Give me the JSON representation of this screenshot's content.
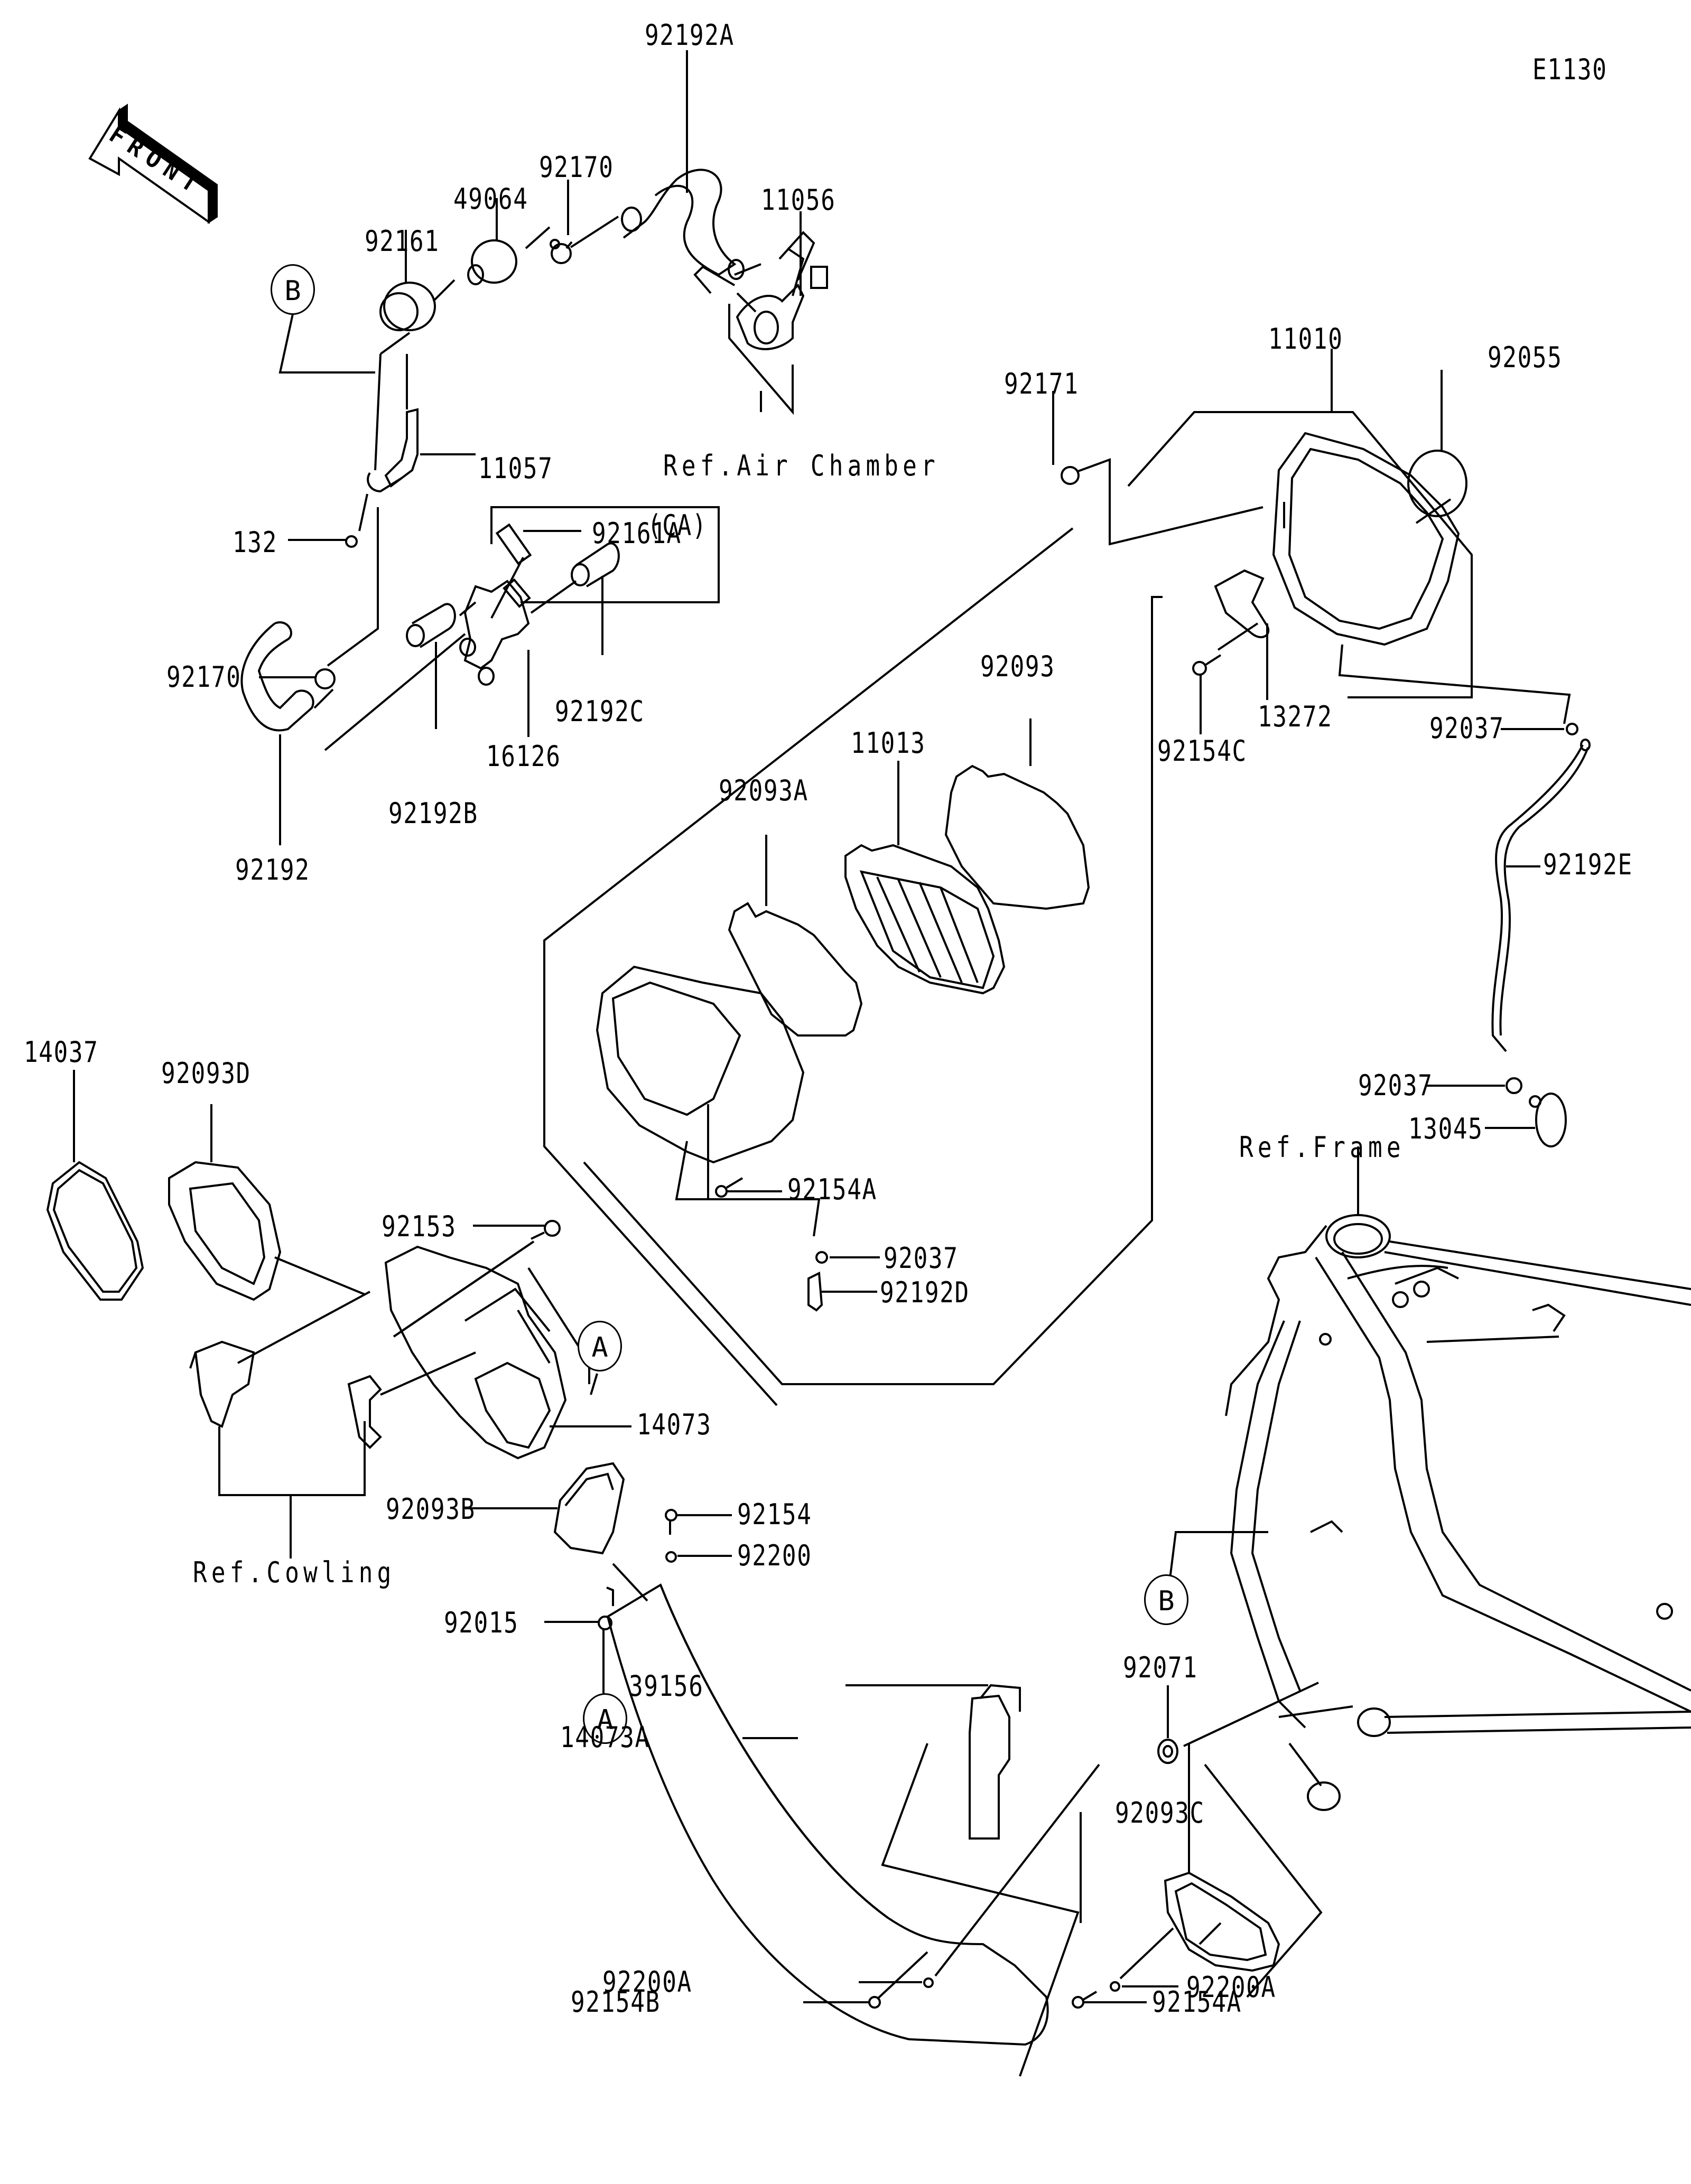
{
  "diagram": {
    "code": "E1130",
    "orientation_label": "FRONT",
    "ca_box_label": "(CA)",
    "references": {
      "air_chamber": "Ref.Air Chamber",
      "cowling": "Ref.Cowling",
      "frame": "Ref.Frame"
    },
    "connectors": {
      "a": "A",
      "b": "B"
    },
    "parts": {
      "p92192A": "92192A",
      "p92170_top": "92170",
      "p49064": "49064",
      "p92161": "92161",
      "p11056": "11056",
      "p11057": "11057",
      "p132": "132",
      "p92161A": "92161A",
      "p92170_left": "92170",
      "p16126": "16126",
      "p92192C": "92192C",
      "p92192B": "92192B",
      "p92192": "92192",
      "p92171": "92171",
      "p11010": "11010",
      "p92055": "92055",
      "p13272": "13272",
      "p92154C": "92154C",
      "p92037_right_top": "92037",
      "p92192E": "92192E",
      "p92037_right_bottom": "92037",
      "p13045": "13045",
      "p92093": "92093",
      "p11013": "11013",
      "p92093A": "92093A",
      "p92154A_mid": "92154A",
      "p92037_mid": "92037",
      "p92192D": "92192D",
      "p14037": "14037",
      "p92093D": "92093D",
      "p92153": "92153",
      "p14073": "14073",
      "p92093B": "92093B",
      "p92154": "92154",
      "p92200": "92200",
      "p92015": "92015",
      "p39156": "39156",
      "p92071": "92071",
      "p92093C": "92093C",
      "p14073A": "14073A",
      "p92200A_left": "92200A",
      "p92200A_right": "92200A",
      "p92154B": "92154B",
      "p92154A_bottom": "92154A"
    }
  }
}
